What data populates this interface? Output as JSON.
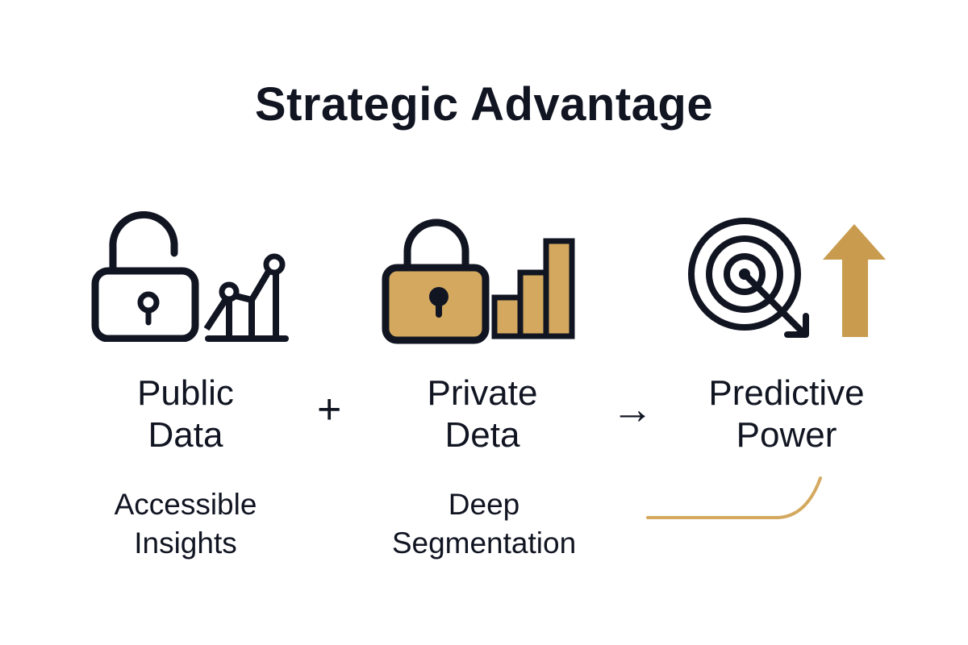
{
  "title": "Strategic Advantage",
  "colors": {
    "ink": "#111522",
    "gold": "#D4A95F",
    "arrow_gold": "#C99B4E"
  },
  "columns": [
    {
      "heading_line1": "Public",
      "heading_line2": "Data",
      "sub_line1": "Accessible",
      "sub_line2": "Insights",
      "icons": [
        "unlocked-padlock-icon",
        "line-chart-icon"
      ]
    },
    {
      "heading_line1": "Private",
      "heading_line2": "Deta",
      "sub_line1": "Deep",
      "sub_line2": "Segmentation",
      "icons": [
        "locked-padlock-icon",
        "bar-chart-icon"
      ]
    },
    {
      "heading_line1": "Predictive",
      "heading_line2": "Power",
      "icons": [
        "target-icon",
        "up-arrow-icon"
      ]
    }
  ],
  "operators": {
    "plus": "+",
    "arrow": "→"
  }
}
